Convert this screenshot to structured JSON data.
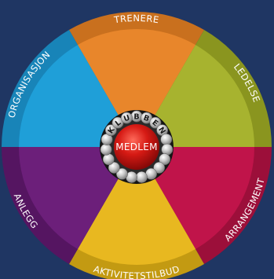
{
  "wheel": {
    "center_label": "MEDLEM",
    "hub_ring_text": "KLUBBEN",
    "segments": [
      {
        "label": "TRENERE",
        "color": "#e8862b",
        "rim_color": "#c9701e"
      },
      {
        "label": "LEDELSE",
        "color": "#a7b32f",
        "rim_color": "#8a951f"
      },
      {
        "label": "ARRANGEMENT",
        "color": "#c0144a",
        "rim_color": "#9c0f3a"
      },
      {
        "label": "AKTIVITETSTILBUD",
        "color": "#e8b820",
        "rim_color": "#c39a12"
      },
      {
        "label": "ANLEGG",
        "color": "#6c1f7a",
        "rim_color": "#551561"
      },
      {
        "label": "ORGANISASJON",
        "color": "#1f9fd8",
        "rim_color": "#1884b8"
      }
    ],
    "hub_color": "#cc1414",
    "bead_color": "#c8c8c8"
  }
}
